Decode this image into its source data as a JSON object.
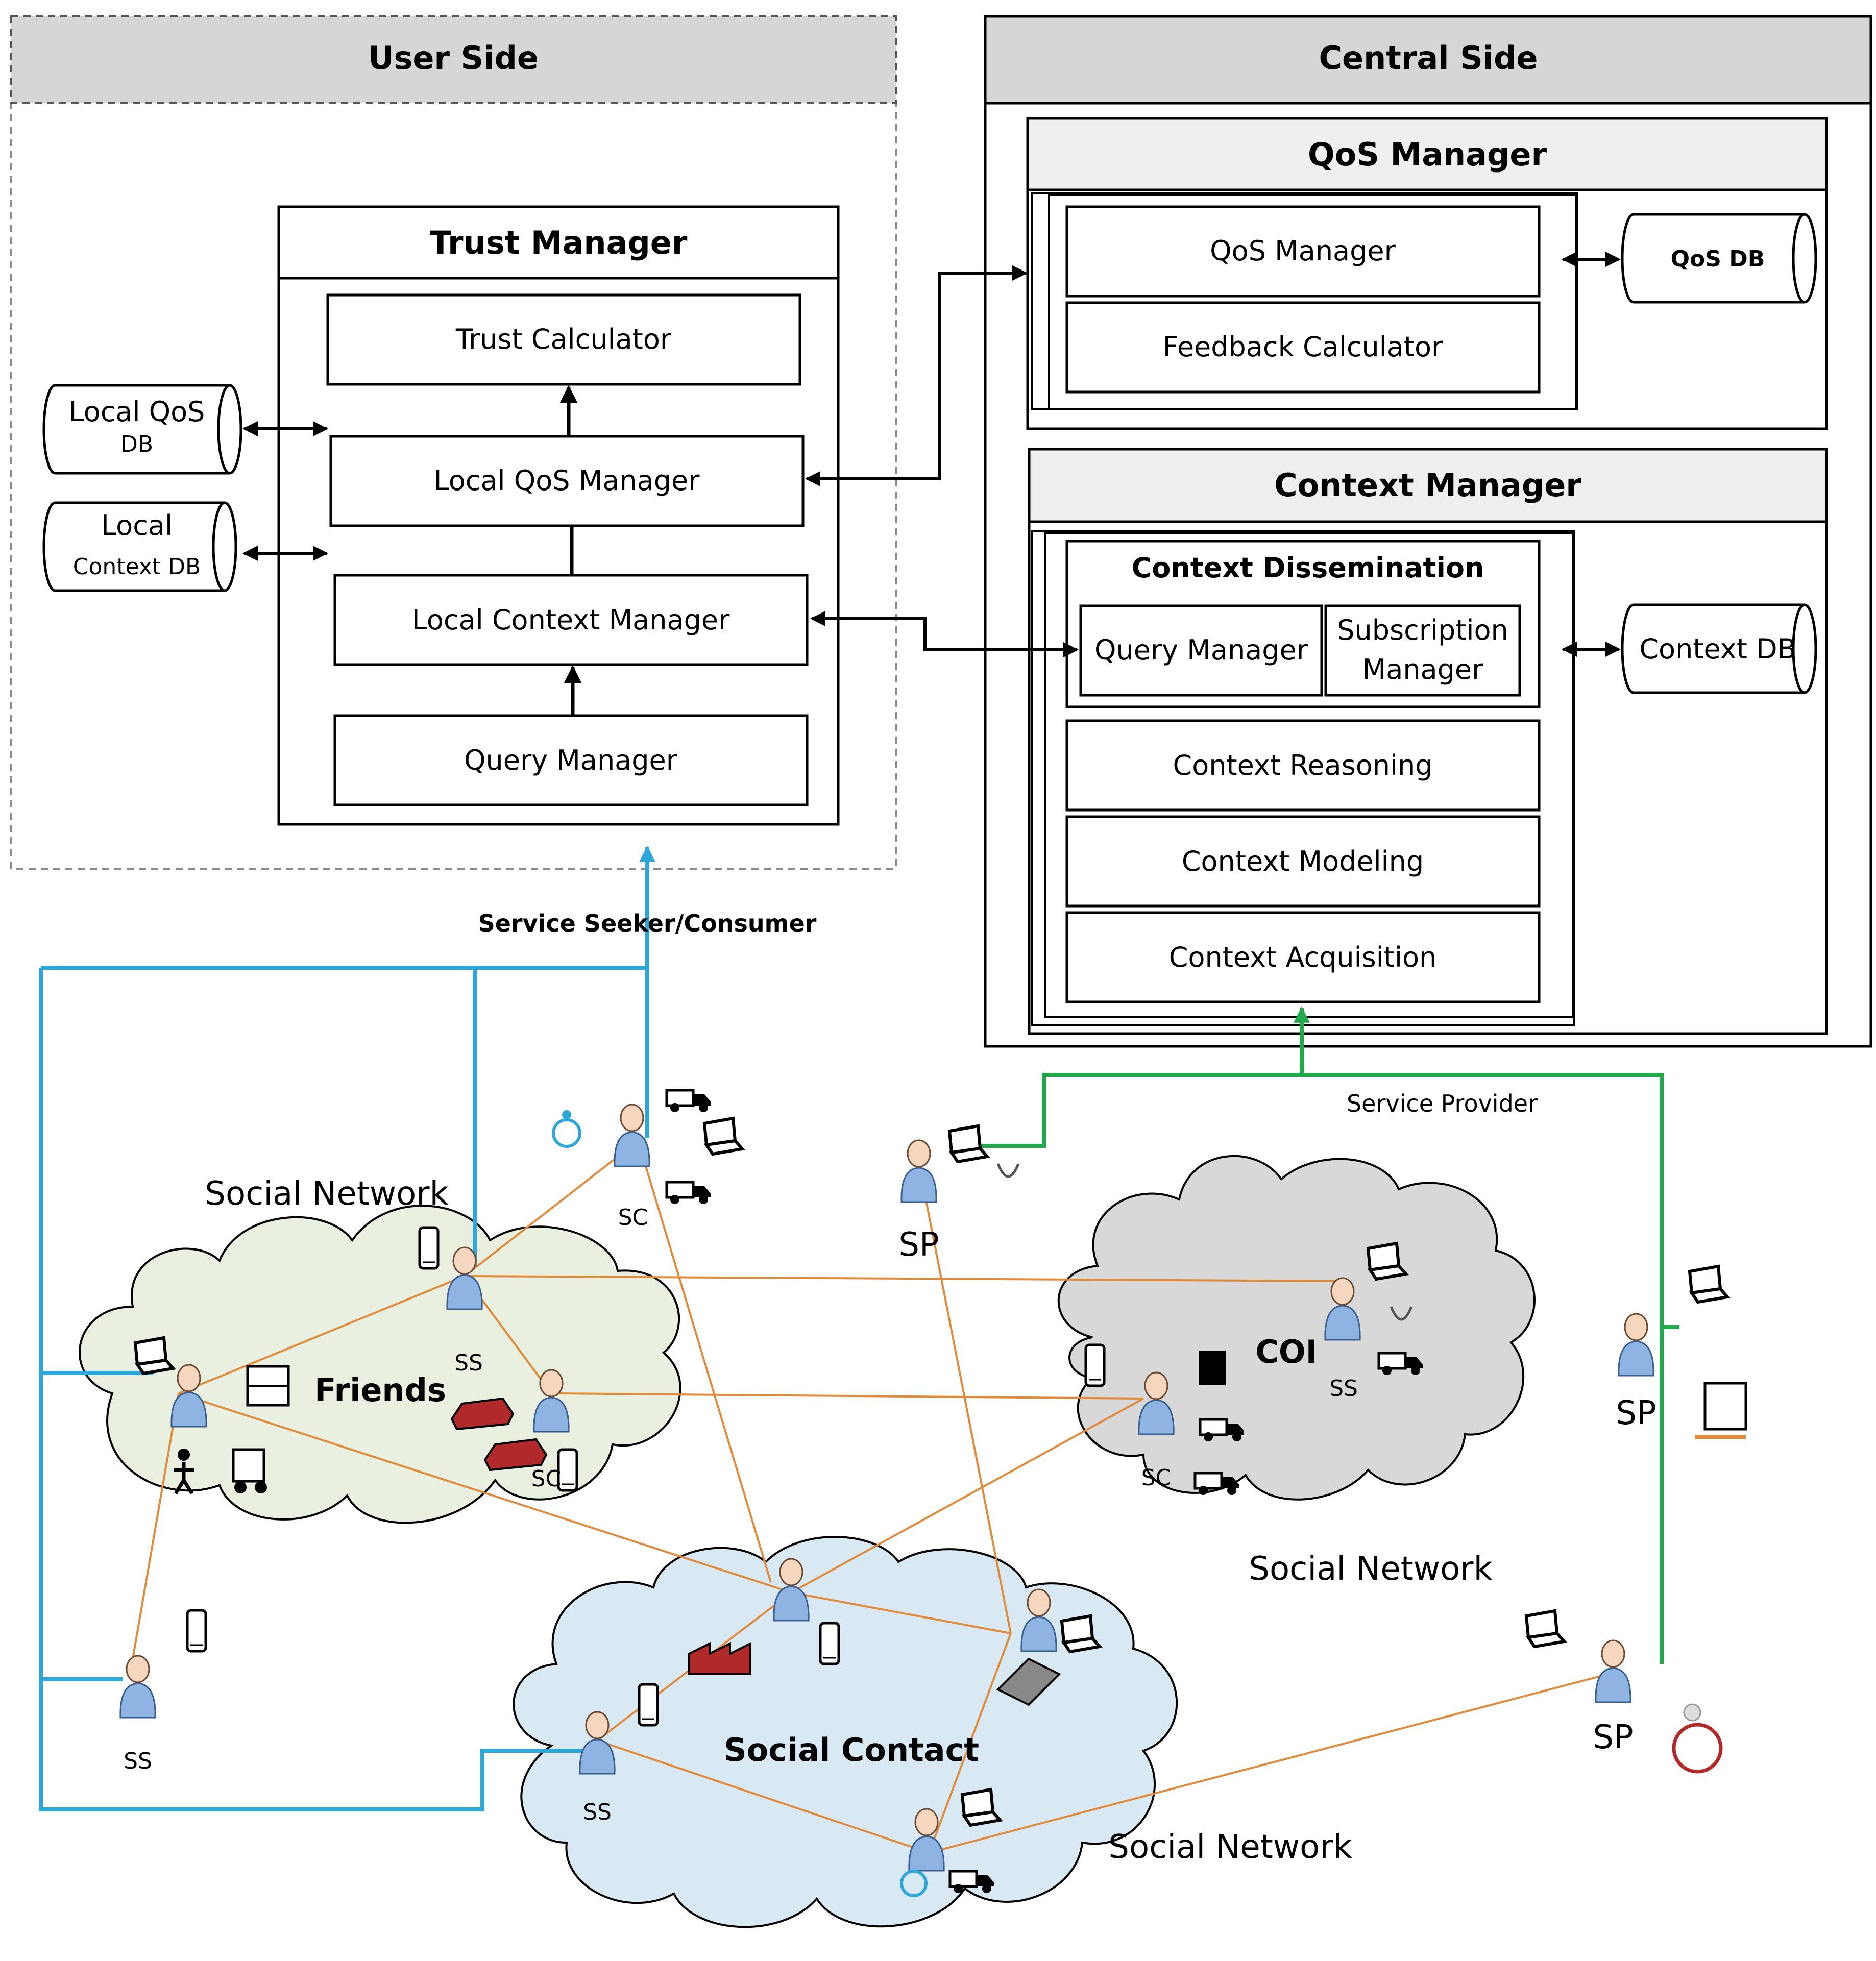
{
  "user_side": {
    "title": "User Side",
    "trust_manager": {
      "title": "Trust Manager",
      "modules": [
        "Trust Calculator",
        "Local QoS Manager",
        "Local Context Manager",
        "Query Manager"
      ]
    },
    "local_qos_db": [
      "Local QoS",
      "DB"
    ],
    "local_context_db": [
      "Local",
      "Context DB"
    ]
  },
  "central_side": {
    "title": "Central Side",
    "qos_manager": {
      "title": "QoS Manager",
      "modules": [
        "QoS Manager",
        "Feedback Calculator"
      ],
      "db": "QoS DB"
    },
    "context_manager": {
      "title": "Context Manager",
      "dissemination_title": "Context Dissemination",
      "query_manager": "Query Manager",
      "subscription_manager": [
        "Subscription",
        "Manager"
      ],
      "modules": [
        "Context Reasoning",
        "Context Modeling",
        "Context Acquisition"
      ],
      "db": "Context DB"
    }
  },
  "links": {
    "consumer": "Service Seeker/Consumer",
    "provider": "Service Provider"
  },
  "network": {
    "social_network": "Social Network",
    "friends": "Friends",
    "coi": "COI",
    "social_contact": "Social Contact",
    "role_ss": "SS",
    "role_sc": "SC",
    "role_sp": "SP"
  },
  "colors": {
    "consumer_link": "#2ea7d8",
    "provider_link": "#22a94b",
    "social_edge": "#e08a3c",
    "friends_cloud": "#eaf0df",
    "coi_cloud": "#d8d8d8",
    "contact_cloud": "#d9e9f4",
    "header_fill": "#d6d6d6",
    "title_fill": "#efefef",
    "person_body": "#8db4e2"
  }
}
